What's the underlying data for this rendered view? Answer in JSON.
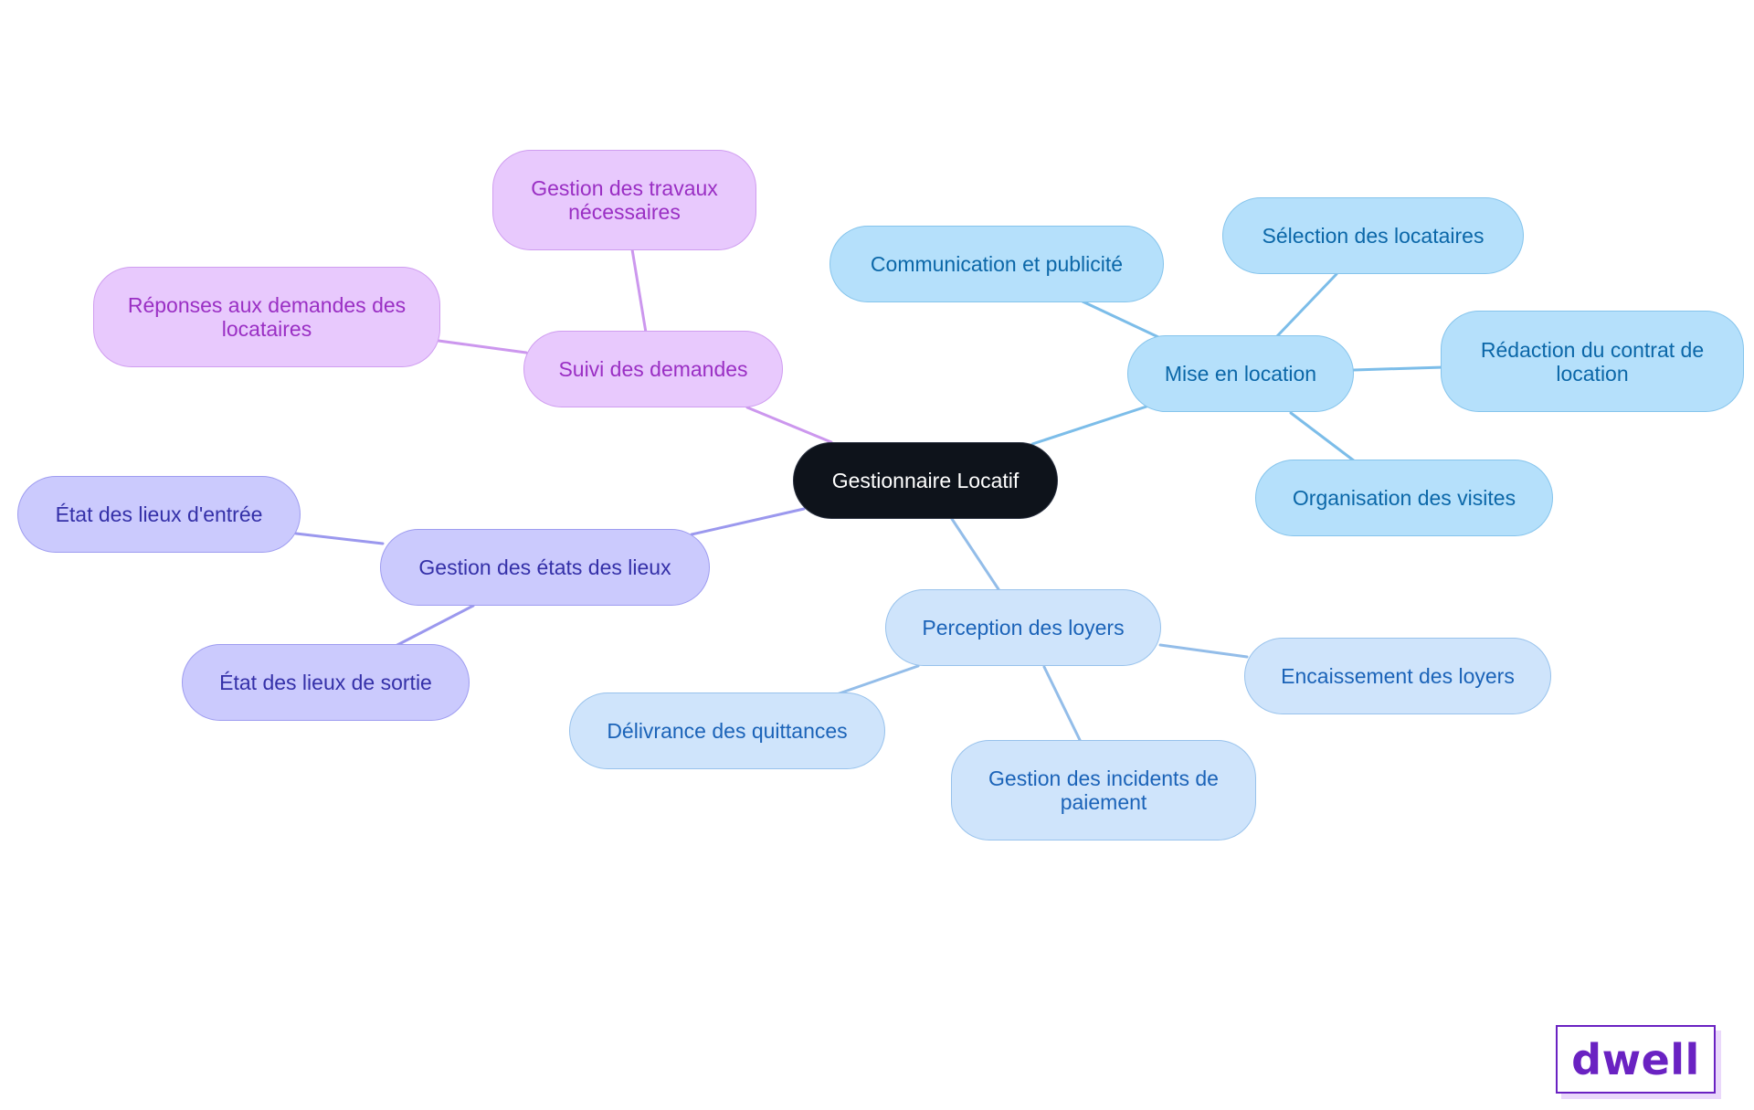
{
  "root": {
    "label": "Gestionnaire Locatif"
  },
  "branches": {
    "mise_en_location": {
      "label": "Mise en location",
      "children": [
        "Communication et publicité",
        "Sélection des locataires",
        "Rédaction du contrat de location",
        "Organisation des visites"
      ]
    },
    "perception_loyers": {
      "label": "Perception des loyers",
      "children": [
        "Encaissement des loyers",
        "Gestion des incidents de paiement",
        "Délivrance des quittances"
      ]
    },
    "etats_des_lieux": {
      "label": "Gestion des états des lieux",
      "children": [
        "État des lieux d'entrée",
        "État des lieux de sortie"
      ]
    },
    "suivi_demandes": {
      "label": "Suivi des demandes",
      "children": [
        "Gestion des travaux nécessaires",
        "Réponses aux demandes des locataires"
      ]
    }
  },
  "colors": {
    "edge_rent": "#7cbde9",
    "edge_loyer": "#93bde9",
    "edge_etat": "#9b98ee",
    "edge_suivi": "#cc97ee"
  },
  "logo": {
    "text": "dwell"
  }
}
